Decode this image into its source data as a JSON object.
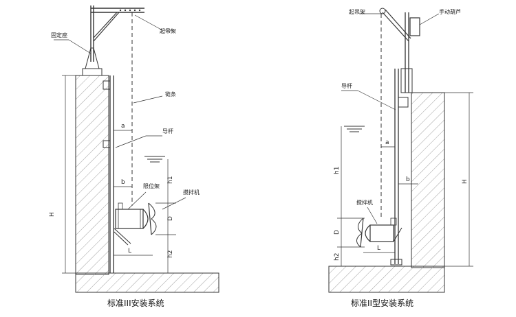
{
  "left_figure": {
    "caption": "标准III安装系统",
    "labels": {
      "crane": "起吊架",
      "chain": "链条",
      "guide_rod": "导杆",
      "limit_bracket": "限位架",
      "mixer": "搅拌机",
      "base": "固定座"
    },
    "dimensions": {
      "H": "H",
      "a": "a",
      "b": "b",
      "h1": "h1",
      "D": "D",
      "h2": "h2",
      "L": "L"
    }
  },
  "right_figure": {
    "caption": "标准II型安装系统",
    "labels": {
      "crane": "起吊架",
      "winch": "手动葫芦",
      "guide_rod": "导杆",
      "mixer": "搅拌机"
    },
    "dimensions": {
      "H": "H",
      "a": "a",
      "b": "b",
      "h1": "h1",
      "D": "D",
      "h2": "h2",
      "L": "L"
    }
  },
  "colors": {
    "line": "#333333",
    "hatch": "#888888",
    "background": "#ffffff"
  }
}
